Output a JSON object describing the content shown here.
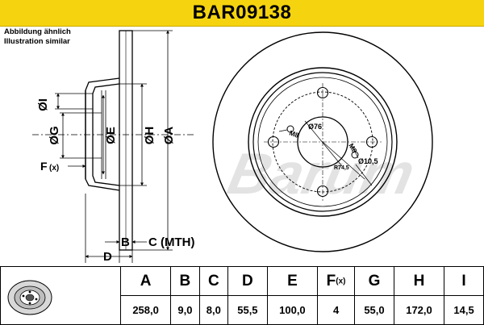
{
  "header": {
    "part_number": "BAR09138",
    "color": "#f5d40f"
  },
  "caption": {
    "line1": "Abbildung ähnlich",
    "line2": "Illustration similar"
  },
  "side_view": {
    "dim_I": "ØI",
    "dim_G": "ØG",
    "dim_E": "ØE",
    "dim_H": "ØH",
    "dim_A": "ØA",
    "dim_F": "F",
    "dim_F_suffix": "(x)",
    "dim_B": "B",
    "dim_C": "C (MTH)",
    "dim_D": "D"
  },
  "front_view": {
    "center_bore": "Ø76",
    "thread_left": "M8",
    "thread_right": "M8",
    "pitch_radius": "R74,5",
    "hole_diameter": "Ø10,5"
  },
  "watermark": "Barum",
  "table": {
    "headers": [
      {
        "main": "A",
        "sub": ""
      },
      {
        "main": "B",
        "sub": ""
      },
      {
        "main": "C",
        "sub": ""
      },
      {
        "main": "D",
        "sub": ""
      },
      {
        "main": "E",
        "sub": ""
      },
      {
        "main": "F",
        "sub": "(x)"
      },
      {
        "main": "G",
        "sub": ""
      },
      {
        "main": "H",
        "sub": ""
      },
      {
        "main": "I",
        "sub": ""
      }
    ],
    "values": [
      "258,0",
      "9,0",
      "8,0",
      "55,5",
      "100,0",
      "4",
      "55,0",
      "172,0",
      "14,5"
    ]
  }
}
